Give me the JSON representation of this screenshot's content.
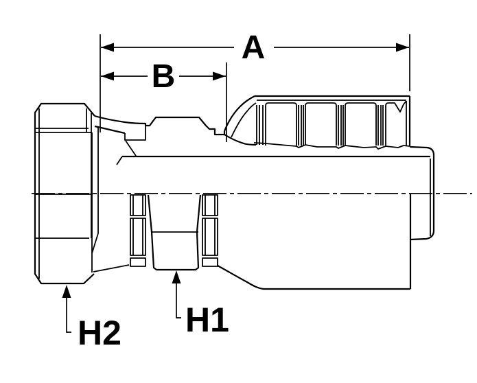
{
  "figure": {
    "type": "technical-drawing",
    "subject": "hose fitting side view with crimp ferrule",
    "labels": {
      "dim_a": "A",
      "dim_b": "B",
      "hex1": "H1",
      "hex2": "H2"
    },
    "colors": {
      "line": "#000000",
      "background": "#ffffff"
    }
  }
}
